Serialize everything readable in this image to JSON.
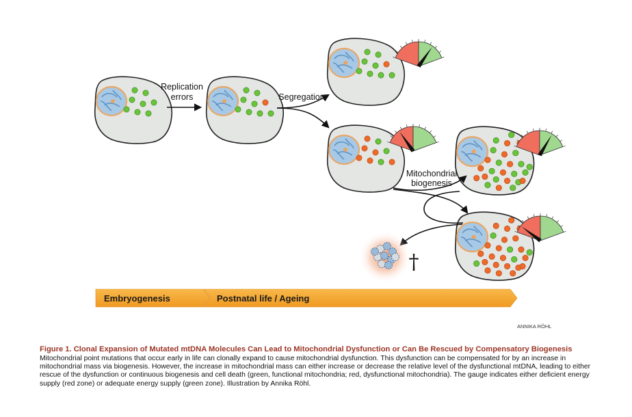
{
  "labels": {
    "replication_errors_1": "Replication",
    "replication_errors_2": "errors",
    "segregation": "Segregation",
    "biogenesis_1": "Mitochondrial",
    "biogenesis_2": "biogenesis",
    "death_symbol": "†",
    "credit": "ANNIKA RÖHL"
  },
  "timeline": {
    "stage1": "Embryogenesis",
    "stage2": "Postnatal life / Ageing"
  },
  "colors": {
    "cell_fill": "#e4e6e4",
    "cell_stroke": "#222222",
    "nucleus_fill": "#a8c9e6",
    "nucleus_rim": "#e8a868",
    "healthy_mito": "#6ac43a",
    "mutant_mito": "#ee6a2a",
    "gauge_red": "#ef6e5e",
    "gauge_green": "#9fd88e",
    "arrow_fill": "#f5a52e",
    "caption_title": "#9b3526"
  },
  "cells": [
    {
      "id": "initial",
      "green": 8,
      "red": 0
    },
    {
      "id": "mutated",
      "green": 8,
      "red": 1
    },
    {
      "id": "segregated-low",
      "green": 8,
      "red": 1,
      "gauge_level": 0.75
    },
    {
      "id": "segregated-high",
      "green": 3,
      "red": 6,
      "gauge_level": 0.25
    },
    {
      "id": "biogenesis-rescue",
      "green": 14,
      "red": 12,
      "gauge_level": 0.72
    },
    {
      "id": "biogenesis-failure",
      "green": 5,
      "red": 21,
      "gauge_level": 0.12
    }
  ],
  "caption": {
    "title": "Figure 1. Clonal Expansion of Mutated mtDNA Molecules Can Lead to Mitochondrial Dysfunction or Can Be Rescued by Compensatory Biogenesis",
    "body": "Mitochondrial point mutations that occur early in life can clonally expand to cause mitochondrial dysfunction. This dysfunction can be compensated for by an increase in mitochondrial mass via biogenesis. However, the increase in mitochondrial mass can either increase or decrease the relative level of the dysfunctional mtDNA, leading to either rescue of the dysfunction or continuous biogenesis and cell death (green, functional mitochondria; red, dysfunctional mitochondria). The gauge indicates either deficient energy supply (red zone) or adequate energy supply (green zone). Illustration by Annika Röhl."
  }
}
